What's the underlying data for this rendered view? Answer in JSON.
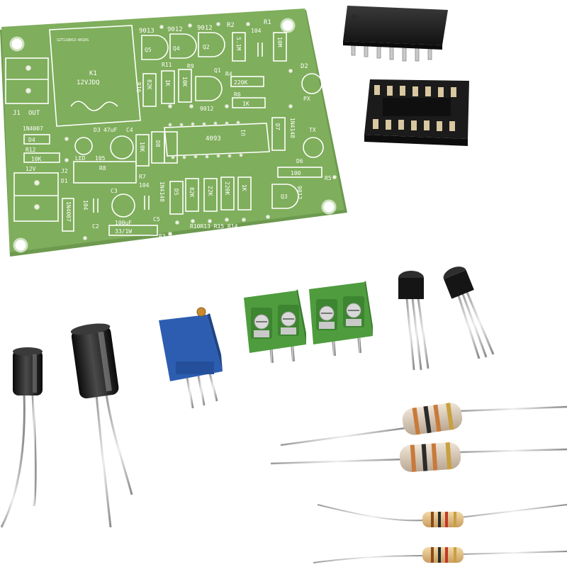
{
  "colors": {
    "pcb": "#7bab5a",
    "pcb_shade": "#5f8f44",
    "silkscreen": "#ffffff",
    "terminal_block": "#4f9e3f",
    "trimmer": "#2f5fb0",
    "ic_body": "#1c1c1c",
    "resistor_body": "#d9c9b6",
    "capacitor": "#1a1a1a"
  },
  "pcb": {
    "labels": {
      "q5": "9013",
      "q4": "9012",
      "q2": "9012",
      "r2": "R2",
      "r1": "R1",
      "c104_top": "104",
      "v51m": "5.1M",
      "v10m": "10M",
      "k1": "K1",
      "relay": "12VJDQ",
      "tiny": "SZT1180S3-001RS",
      "q5_id": "Q5",
      "q4_id": "Q4",
      "q2_id": "Q2",
      "q1_id": "Q1",
      "r11": "R11",
      "r9": "R9",
      "r4": "R4",
      "v220k_a": "220K",
      "r6": "R6",
      "v1k_a": "1K",
      "q1_val": "9012",
      "r16": "R16",
      "v82k_a": "82K",
      "v1k_b": "1K",
      "v10k_a": "10K",
      "d2": "D2",
      "px": "PX",
      "tx": "TX",
      "d6": "D6",
      "j1": "J1",
      "out": "OUT",
      "d4_val": "1N4007",
      "d4": "D4",
      "r12": "R12",
      "v10k_b": "10K",
      "v12v": "12V",
      "j2": "J2",
      "d1": "D1",
      "d3": "D3",
      "c4_val": "47uF",
      "c4": "C4",
      "led": "LED",
      "v105": "105",
      "r8": "R8",
      "r7": "R7",
      "v10k_c": "10K",
      "d8": "D8",
      "u1": "U1",
      "ic_name": "4093",
      "d7": "D7",
      "d7_val": "1N4148",
      "v100": "100",
      "r5": "R5",
      "d9_val": "1N4007",
      "c3": "C3",
      "c3_val": "100uF",
      "c104_mid": "104",
      "c104_left": "104",
      "c2": "C2",
      "c5": "C5",
      "r3_val": "33/1W",
      "r3": "R3",
      "d5": "D5",
      "d5_val": "1N4148",
      "v82k_b": "82K",
      "v22k": "22K",
      "v220k_b": "220K",
      "v1k_c": "1K",
      "bottom_refs": "R10R13 R15 R14",
      "q3_id": "Q3",
      "q3_val": "9012"
    }
  }
}
